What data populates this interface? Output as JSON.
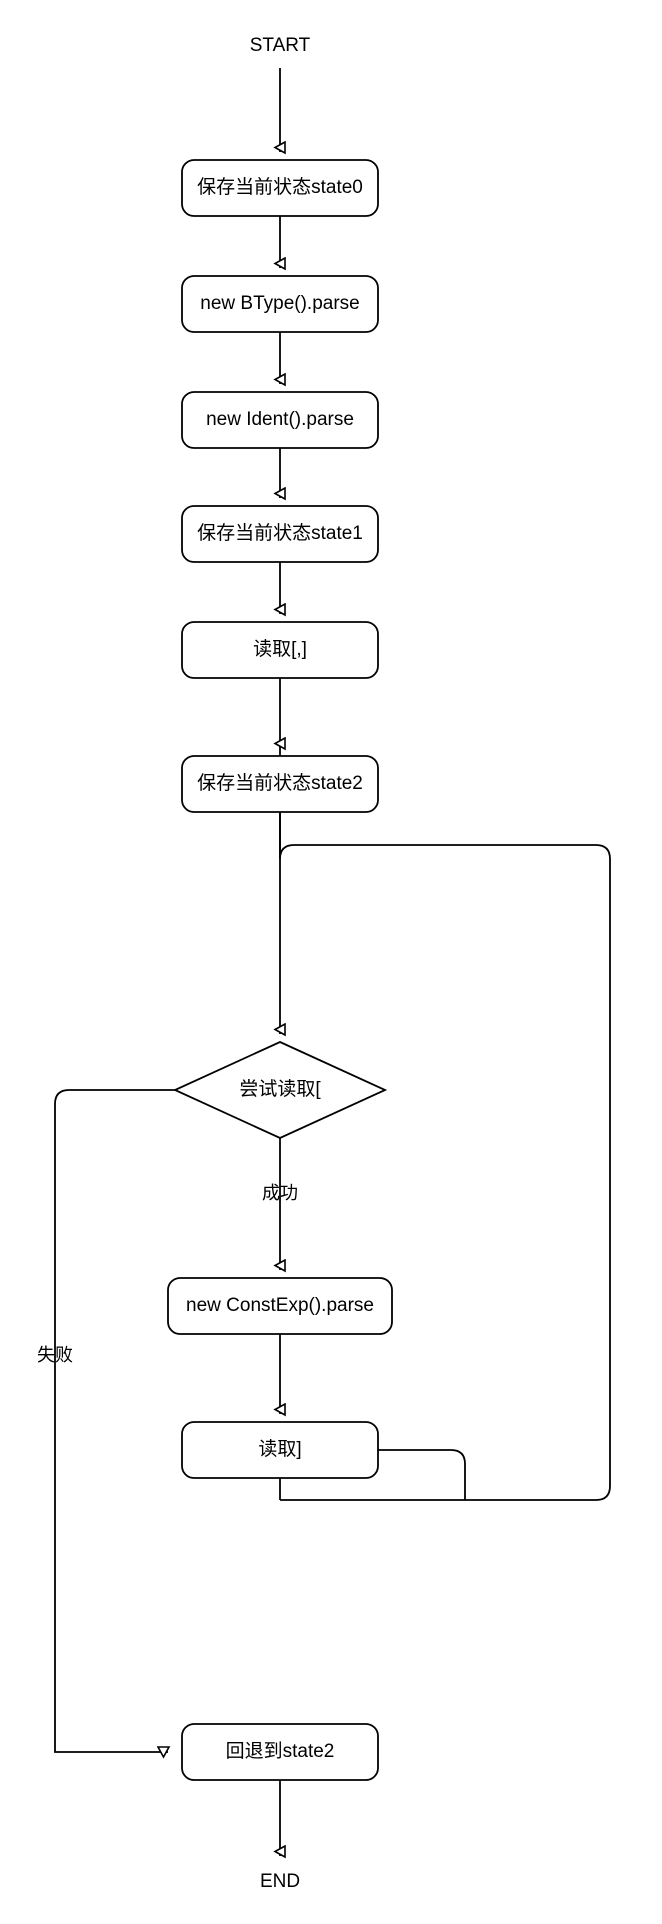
{
  "diagram": {
    "type": "flowchart",
    "orientation": "top-to-bottom",
    "background_color": "#ffffff",
    "stroke_color": "#000000",
    "text_color": "#000000",
    "start_label": "START",
    "end_label": "END",
    "nodes": [
      {
        "id": "n0",
        "shape": "rounded-rect",
        "label": "保存当前状态state0"
      },
      {
        "id": "n1",
        "shape": "rounded-rect",
        "label": "new BType().parse"
      },
      {
        "id": "n2",
        "shape": "rounded-rect",
        "label": "new Ident().parse"
      },
      {
        "id": "n3",
        "shape": "rounded-rect",
        "label": "保存当前状态state1"
      },
      {
        "id": "n4",
        "shape": "rounded-rect",
        "label": "读取[,]"
      },
      {
        "id": "n5",
        "shape": "rounded-rect",
        "label": "保存当前状态state2"
      },
      {
        "id": "n6",
        "shape": "diamond",
        "label": "尝试读取["
      },
      {
        "id": "n7",
        "shape": "rounded-rect",
        "label": "new ConstExp().parse"
      },
      {
        "id": "n8",
        "shape": "rounded-rect",
        "label": "读取]"
      },
      {
        "id": "n9",
        "shape": "rounded-rect",
        "label": "回退到state2"
      }
    ],
    "edge_labels": {
      "success": "成功",
      "failure": "失败"
    }
  }
}
